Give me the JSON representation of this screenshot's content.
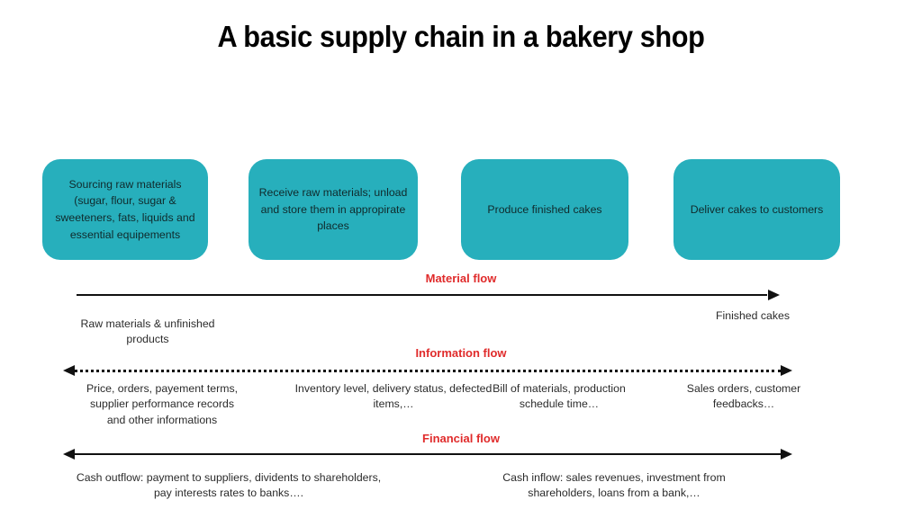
{
  "title": "A basic supply chain in a bakery shop",
  "colors": {
    "box_fill": "#27AFBC",
    "flow_label": "#E02B2B",
    "line": "#111111",
    "background": "#FFFFFF"
  },
  "stages": [
    {
      "label": "Sourcing raw materials (sugar, flour, sugar & sweeteners, fats, liquids and essential equipements"
    },
    {
      "label": "Receive raw materials; unload and store them in appropirate places"
    },
    {
      "label": "Produce finished cakes"
    },
    {
      "label": "Deliver cakes to customers"
    }
  ],
  "flows": {
    "material": {
      "label": "Material flow",
      "direction": "right",
      "line_style": "solid",
      "captions": [
        "Raw materials & unfinished products",
        "Finished cakes"
      ]
    },
    "information": {
      "label": "Information flow",
      "direction": "both",
      "line_style": "dotted",
      "captions": [
        "Price, orders, payement terms, supplier performance records and other informations",
        "Inventory level, delivery status, defected items,…",
        "Bill of materials, production schedule time…",
        "Sales orders, customer feedbacks…"
      ]
    },
    "financial": {
      "label": "Financial flow",
      "direction": "both",
      "line_style": "solid",
      "captions": [
        "Cash outflow: payment to suppliers, dividents to shareholders, pay interests rates to banks….",
        "Cash inflow: sales revenues, investment from shareholders, loans from a bank,…"
      ]
    }
  }
}
